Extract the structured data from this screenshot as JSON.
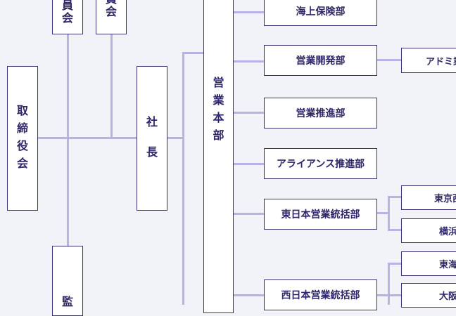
{
  "diagram": {
    "committee_1": [
      "員",
      "会"
    ],
    "committee_2": [
      "員",
      "会"
    ],
    "board": [
      "取",
      "締",
      "役",
      "会"
    ],
    "president": [
      "社",
      "長"
    ],
    "audit": [
      "監"
    ],
    "sales_hq": [
      "営",
      "業",
      "本",
      "部"
    ],
    "departments": [
      "海上保険部",
      "営業開発部",
      "営業推進部",
      "アライアンス推進部",
      "東日本営業統括部",
      "西日本営業統括部"
    ],
    "sub_units": [
      "アドミ業",
      "東京西",
      "横浜",
      "東海",
      "大阪"
    ]
  },
  "colors": {
    "background": "#f2f2f9",
    "connector": "#b7b3e3",
    "box_border": "#3a3473",
    "text": "#2d2768"
  }
}
